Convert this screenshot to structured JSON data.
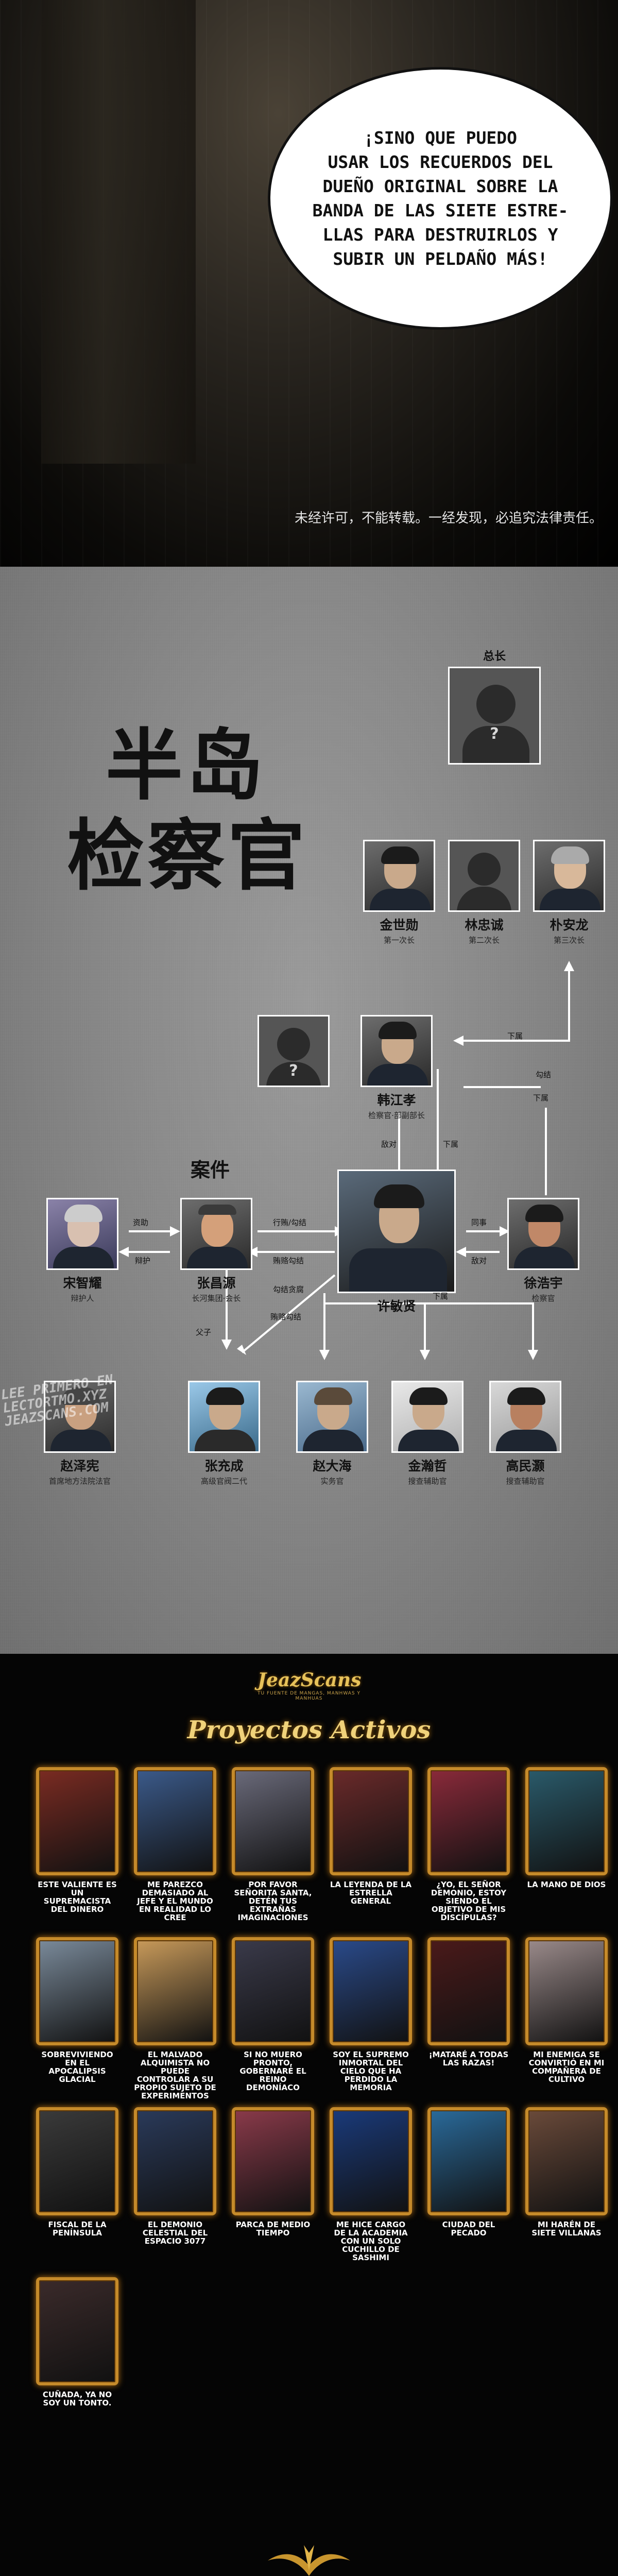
{
  "speech_bubble": {
    "text": "¡SINO QUE PUEDO\nUSAR LOS RECUERDOS DEL\nDUEÑO ORIGINAL SOBRE LA\nBANDA DE LAS SIETE ESTRE-\nLLAS PARA DESTRUIRLOS Y\nSUBIR UN PELDAÑO MÁS!"
  },
  "copyright_notice": "未经许可，不能转载。一经发现，必追究法律责任。",
  "chart": {
    "title_line1": "半岛",
    "title_line2": "检察官",
    "case_label": "案件",
    "top": {
      "role": "总长"
    },
    "row1": [
      {
        "name": "金世勋",
        "role": "第一次长"
      },
      {
        "name": "林忠诚",
        "role": "第二次长"
      },
      {
        "name": "朴安龙",
        "role": "第三次长"
      }
    ],
    "han": {
      "name": "韩江孝",
      "role": "检察官·部副部长"
    },
    "xu_haoxian": {
      "name": "许敏贤",
      "role": ""
    },
    "song": {
      "name": "宋智耀",
      "role": "辩护人"
    },
    "zhang_changyuan": {
      "name": "张昌源",
      "role": "长河集团·会长"
    },
    "xu_haoyu": {
      "name": "徐浩宇",
      "role": "检察官"
    },
    "bottom": [
      {
        "name": "赵泽宪",
        "role": "首席地方法院法官"
      },
      {
        "name": "张充成",
        "role": "高级官阀二代"
      },
      {
        "name": "赵大海",
        "role": "实务官"
      },
      {
        "name": "金瀚哲",
        "role": "搜查辅助官"
      },
      {
        "name": "高民灏",
        "role": "搜查辅助官"
      }
    ],
    "edge_labels": {
      "song_top": "资助",
      "song_bottom": "辩护",
      "zhang_top": "行贿/勾结",
      "zhang_bottom": "贿赂勾结",
      "jun_top": "父子",
      "jun_mid": "勾结贪腐",
      "secret": "贿赂勾结",
      "han_left": "敌对",
      "han_right": "下属",
      "xu_top": "同事",
      "xu_bottom": "敌对",
      "hao_top": "勾结",
      "han_xu": "下属",
      "zhang_xu": "贿赂勾结",
      "xu_down": "下属",
      "top_row": "下属"
    }
  },
  "watermark": "LEE PRIMERO EN\nLECTORTMO.XYZ\nJEAZSCANS.COM",
  "brand": {
    "name": "JeazScans",
    "tagline": "TU FUENTE DE MANGAS, MANHWAS Y MANHUAS"
  },
  "projects_title": "Proyectos Activos",
  "projects": [
    {
      "title": "ESTE VALIENTE ES UN SUPREMACISTA DEL DINERO",
      "tint": "#7a2b22"
    },
    {
      "title": "ME PAREZCO DEMASIADO AL JEFE Y EL MUNDO EN REALIDAD LO CREE",
      "tint": "#3b5a8a"
    },
    {
      "title": "POR FAVOR SEÑORITA SANTA, DETÉN TUS EXTRAÑAS IMAGINACIONES",
      "tint": "#6a6a7a"
    },
    {
      "title": "LA LEYENDA DE LA ESTRELLA GENERAL",
      "tint": "#6a2a2a"
    },
    {
      "title": "¿YO, EL SEÑOR DEMONIO, ESTOY SIENDO EL OBJETIVO DE MIS DISCÍPULAS?",
      "tint": "#8a2a3a"
    },
    {
      "title": "LA MANO DE DIOS",
      "tint": "#2a5a6a"
    },
    {
      "title": "SOBREVIVIENDO EN EL APOCALIPSIS GLACIAL",
      "tint": "#7a8a9a"
    },
    {
      "title": "EL MALVADO ALQUIMISTA NO PUEDE CONTROLAR A SU PROPIO SUJETO DE EXPERIMENTOS",
      "tint": "#c89a5a"
    },
    {
      "title": "SI NO MUERO PRONTO, GOBERNARÉ EL REINO DEMONÍACO",
      "tint": "#3a3a4a"
    },
    {
      "title": "SOY EL SUPREMO INMORTAL DEL CIELO QUE HA PERDIDO LA MEMORIA",
      "tint": "#2a4a8a"
    },
    {
      "title": "¡MATARÉ A TODAS LAS RAZAS!",
      "tint": "#4a1a1a"
    },
    {
      "title": "MI ENEMIGA SE CONVIRTIÓ EN MI COMPAÑERA DE CULTIVO",
      "tint": "#9a8a8a"
    },
    {
      "title": "FISCAL DE LA PENÍNSULA",
      "tint": "#3a3a3a"
    },
    {
      "title": "EL DEMONIO CELESTIAL DEL ESPACIO 3077",
      "tint": "#2a3a5a"
    },
    {
      "title": "PARCA DE MEDIO TIEMPO",
      "tint": "#8a3a4a"
    },
    {
      "title": "ME HICE CARGO DE LA ACADEMIA CON UN SOLO CUCHILLO DE SASHIMI",
      "tint": "#1a3a7a"
    },
    {
      "title": "CIUDAD DEL PECADO",
      "tint": "#2a6a9a"
    },
    {
      "title": "MI HARÉN DE SIETE VILLANAS",
      "tint": "#6a4a3a"
    },
    {
      "title": "CUÑADA, YA NO SOY UN TONTO.",
      "tint": "#3a2a2a"
    }
  ]
}
